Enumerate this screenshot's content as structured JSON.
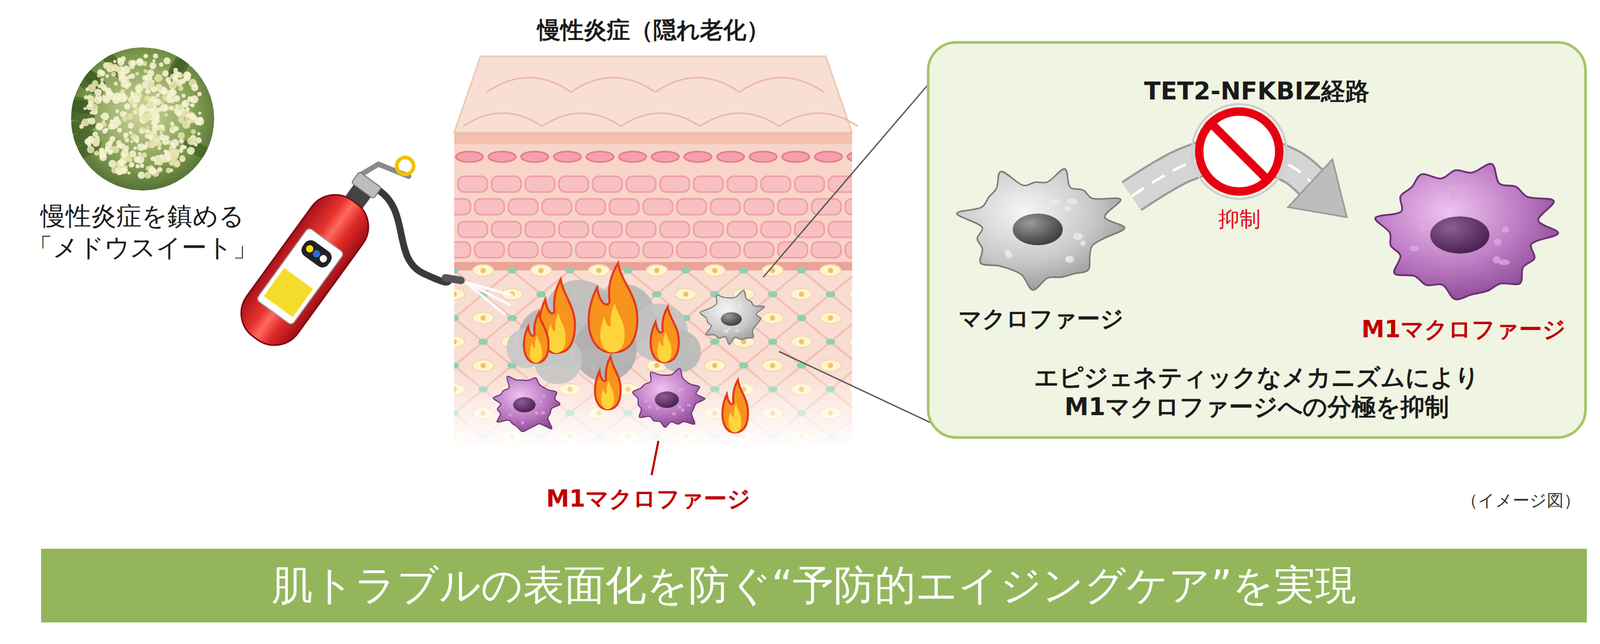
{
  "diagram": {
    "nodes": [
      {
        "text": [
          "慢性炎症を鎮める 「メドウスイート」"
        ]
      },
      {
        "text": [
          "慢性炎症（隠れ老化）"
        ]
      },
      {
        "text": [
          "TET2-NFKBIZ経路",
          "エピジェネティックなメカニズムにより M1マクロファージへの分極を抑制"
        ]
      },
      {
        "text": [
          "マクロファージ"
        ],
        "in": 2
      },
      {
        "text": [
          "M1マクロファージ"
        ],
        "in": 2
      },
      {
        "text": [
          "肌トラブルの表面化を防ぐ“予防的エイジングケア”を実現"
        ]
      }
    ],
    "edges": [
      {
        "from": 3,
        "to": 4,
        "arrow": "to",
        "label": "抑制"
      }
    ],
    "labels": [
      "M1マクロファージ",
      "（イメージ図）"
    ]
  }
}
